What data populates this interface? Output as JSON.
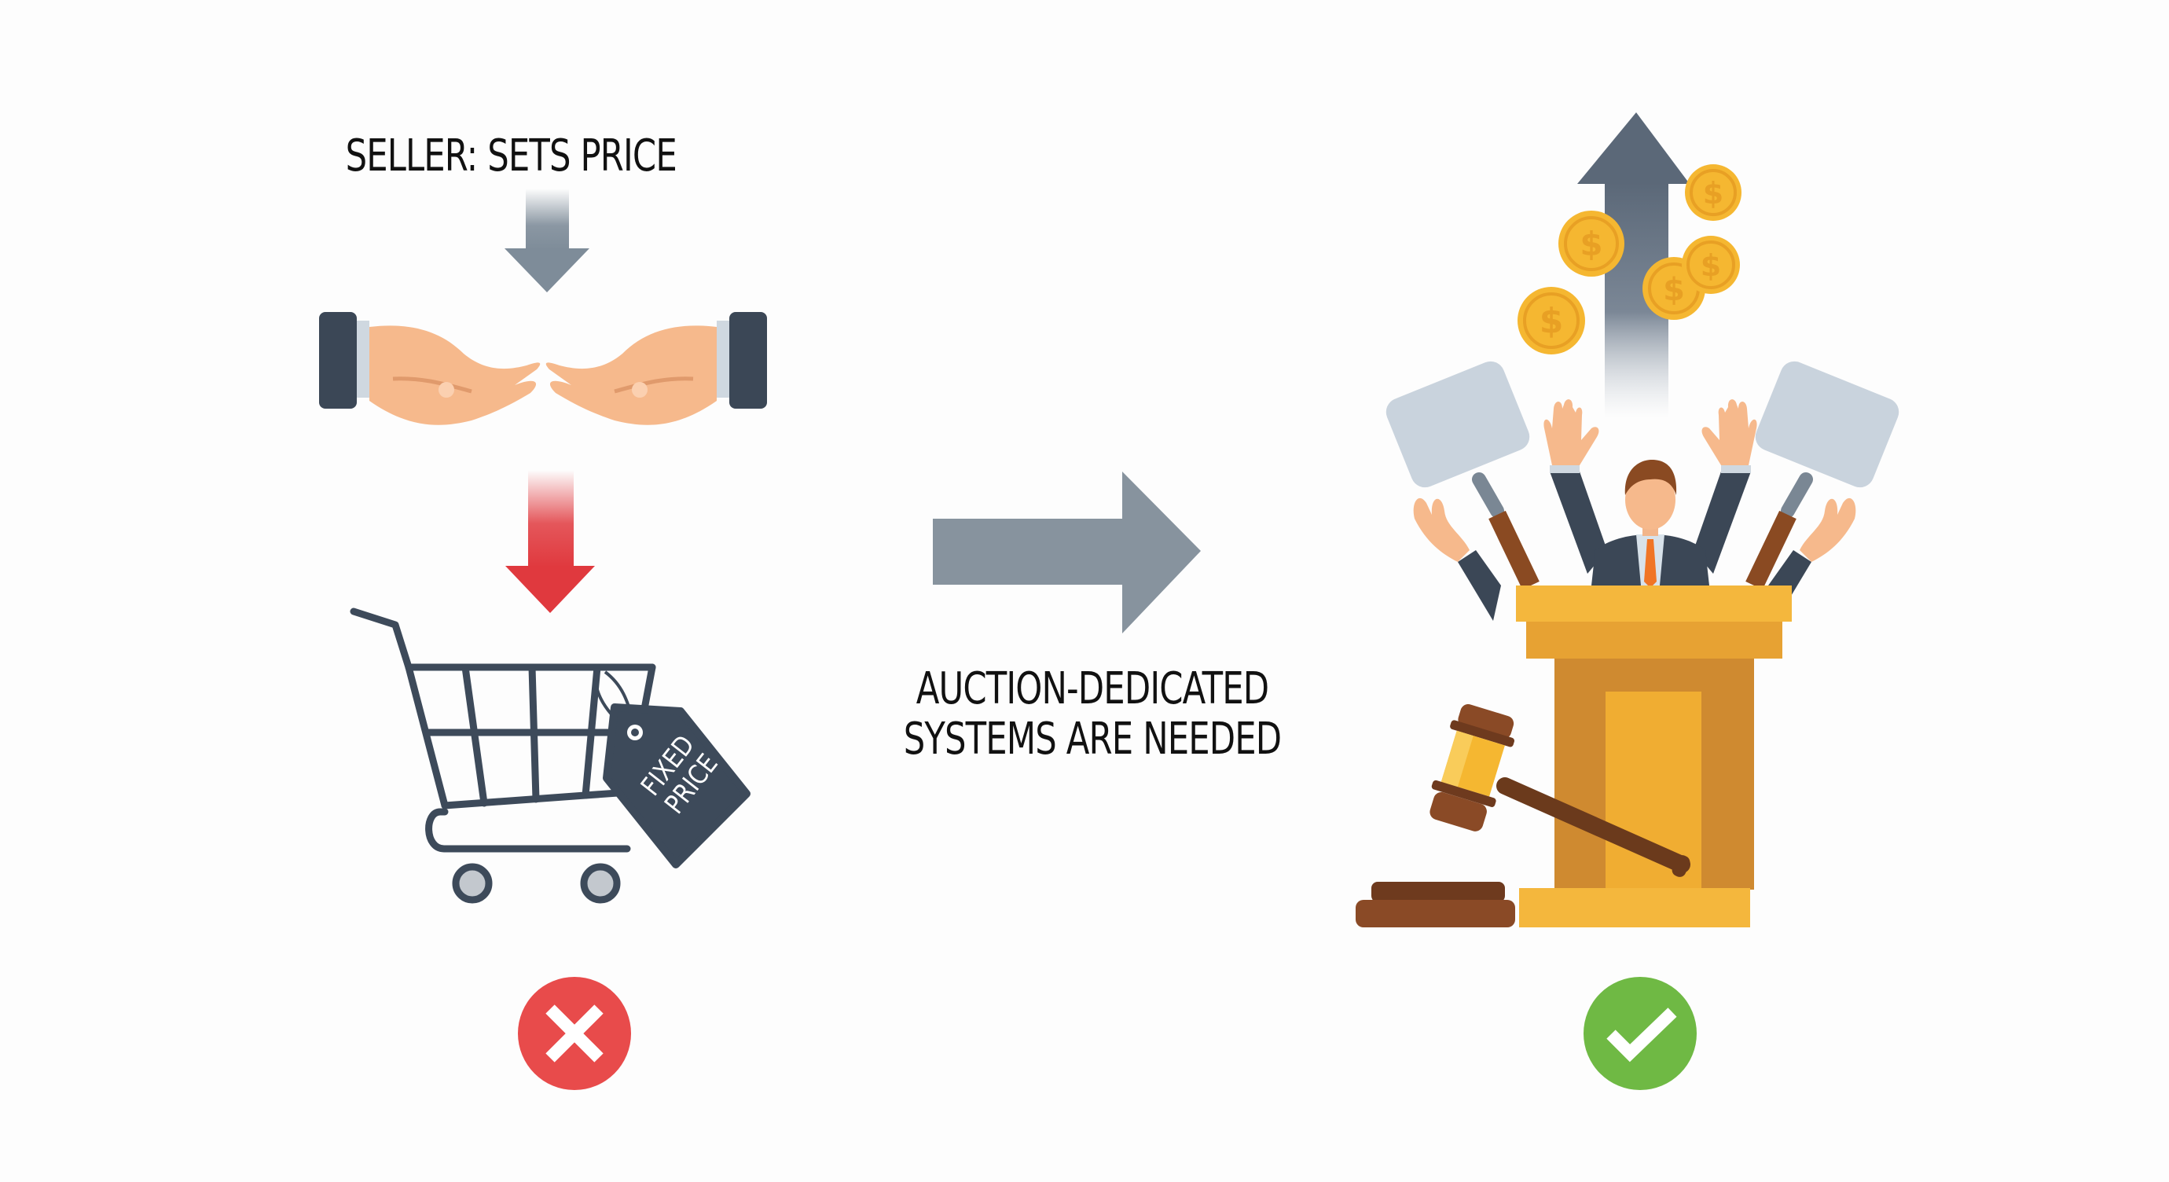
{
  "diagram": {
    "left_panel": {
      "title": "SELLER: SETS PRICE",
      "tag_line1": "FIXED",
      "tag_line2": "PRICE",
      "status_icon": "x-circle-icon",
      "status": "rejected"
    },
    "transition": {
      "arrow": "right-arrow",
      "caption_line1": "AUCTION-DEDICATED",
      "caption_line2": "SYSTEMS ARE NEEDED"
    },
    "right_panel": {
      "elements": [
        "rising-price-arrow",
        "dollar-coins",
        "bidding-paddles",
        "raised-hands",
        "auctioneer",
        "podium",
        "gavel"
      ],
      "coin_symbol": "$",
      "status_icon": "check-circle-icon",
      "status": "approved"
    },
    "colors": {
      "background": "#fdfdfd",
      "text": "#111111",
      "gray_arrow": "#7e8c99",
      "red_arrow": "#e0393e",
      "cart": "#3d4a5a",
      "skin": "#f6b98c",
      "sleeve": "#3b4756",
      "coin": "#f5b731",
      "coin_dark": "#e8a024",
      "podium_light": "#f4b73d",
      "podium_mid": "#e7a233",
      "podium_dark": "#cf8a30",
      "gavel_brown": "#7a4222",
      "paddle": "#c9d3dd",
      "tie": "#f07526",
      "x_red": "#e84b4b",
      "check_green": "#6fb944"
    }
  }
}
